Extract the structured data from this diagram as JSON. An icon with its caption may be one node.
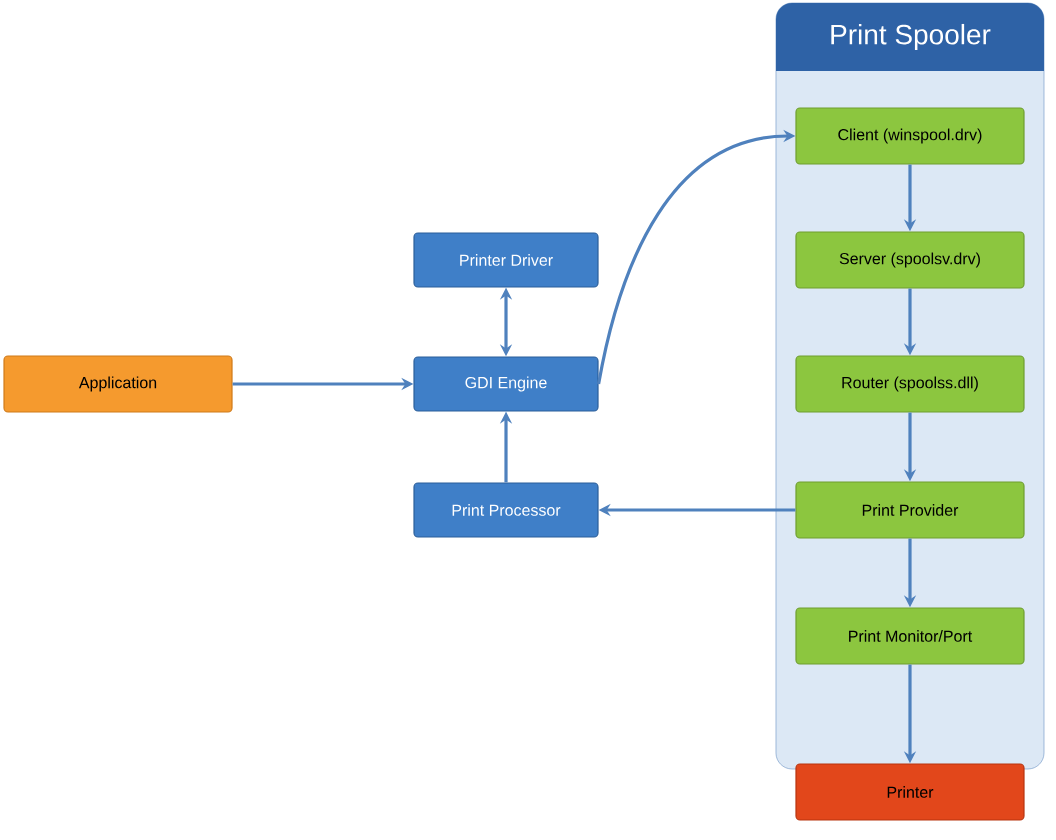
{
  "diagram": {
    "nodes": [
      {
        "text": [
          "Print Spooler"
        ]
      },
      {
        "text": [
          "Client (winspool.drv)"
        ],
        "in": 0
      },
      {
        "text": [
          "Server (spoolsv.drv)"
        ],
        "in": 0
      },
      {
        "text": [
          "Router (spoolss.dll)"
        ],
        "in": 0
      },
      {
        "text": [
          "Print Provider"
        ],
        "in": 0
      },
      {
        "text": [
          "Print Monitor/Port"
        ],
        "in": 0
      },
      {
        "text": [
          "Printer Driver"
        ]
      },
      {
        "text": [
          "Application"
        ]
      },
      {
        "text": [
          "GDI Engine"
        ]
      },
      {
        "text": [
          "Print Processor"
        ]
      },
      {
        "text": [
          "Printer"
        ]
      }
    ],
    "edges": [
      {
        "from": 7,
        "to": 8,
        "arrow": "to"
      },
      {
        "from": 6,
        "to": 8,
        "arrow": "both"
      },
      {
        "from": 8,
        "to": 1,
        "arrow": "to"
      },
      {
        "from": 1,
        "to": 2,
        "arrow": "to"
      },
      {
        "from": 2,
        "to": 3,
        "arrow": "to"
      },
      {
        "from": 3,
        "to": 4,
        "arrow": "to"
      },
      {
        "from": 4,
        "to": 5,
        "arrow": "to"
      },
      {
        "from": 4,
        "to": 9,
        "arrow": "to"
      },
      {
        "from": 9,
        "to": 8,
        "arrow": "to"
      },
      {
        "from": 5,
        "to": 10,
        "arrow": "to"
      }
    ]
  }
}
